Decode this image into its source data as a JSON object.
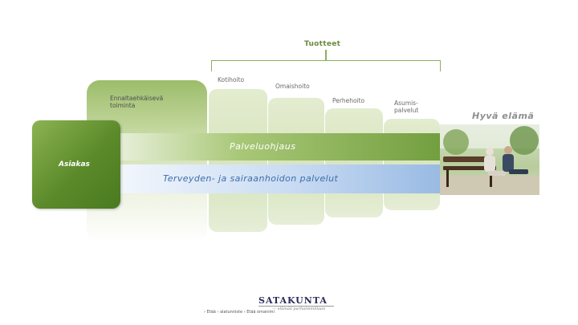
{
  "header": {
    "products_label": "Tuotteet"
  },
  "columns": {
    "preventive_line1": "Ennaltaehkäisevä",
    "preventive_line2": "toiminta",
    "home_care": "Kotihoito",
    "family_care": "Omaishoito",
    "foster_care": "Perhehoito",
    "housing_line1": "Asumis-",
    "housing_line2": "palvelut"
  },
  "client": {
    "label": "Asiakas"
  },
  "flows": {
    "service_guidance": "Palveluohjaus",
    "health_services": "Terveyden- ja sairaanhoidon palvelut"
  },
  "outcome": {
    "label": "Hyvä elämä"
  },
  "colors": {
    "green_dark": "#5b8a2a",
    "green_arrow": "#8db558",
    "blue_arrow": "#a9c6ea",
    "blue_text": "#3c6ea8"
  },
  "logo": {
    "name": "SATAKUNTA",
    "tagline": "— elämää parhaimmillaan"
  },
  "footer": {
    "text": "› Etää › alatunniste › Etää omanimi"
  }
}
